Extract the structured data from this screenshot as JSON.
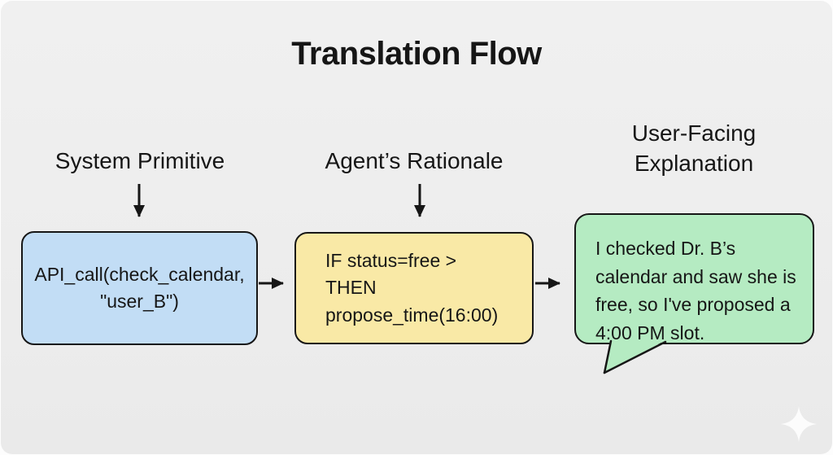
{
  "title": "Translation Flow",
  "columns": [
    {
      "label": "System Primitive",
      "box": {
        "shape": "rounded-rect",
        "fill": "#C2DDF5",
        "lines": [
          "API_call(check_calendar,",
          "\"user_B\")"
        ]
      }
    },
    {
      "label": "Agent’s Rationale",
      "box": {
        "shape": "rounded-rect",
        "fill": "#F9E9A6",
        "lines": [
          "IF status=free >",
          "THEN",
          "propose_time(16:00)"
        ]
      }
    },
    {
      "label": "User-Facing Explanation",
      "box": {
        "shape": "speech-bubble",
        "fill": "#B5EBC2",
        "lines": [
          "I checked Dr. B’s",
          "calendar and saw she is",
          "free, so I've proposed a",
          "4:00 PM slot."
        ]
      }
    }
  ],
  "icons": {
    "sparkle": "four-pointed-star-watermark"
  },
  "colors": {
    "ink": "#161616",
    "card_bg": "#EDEDED",
    "page_bg": "#FDFDFD"
  }
}
